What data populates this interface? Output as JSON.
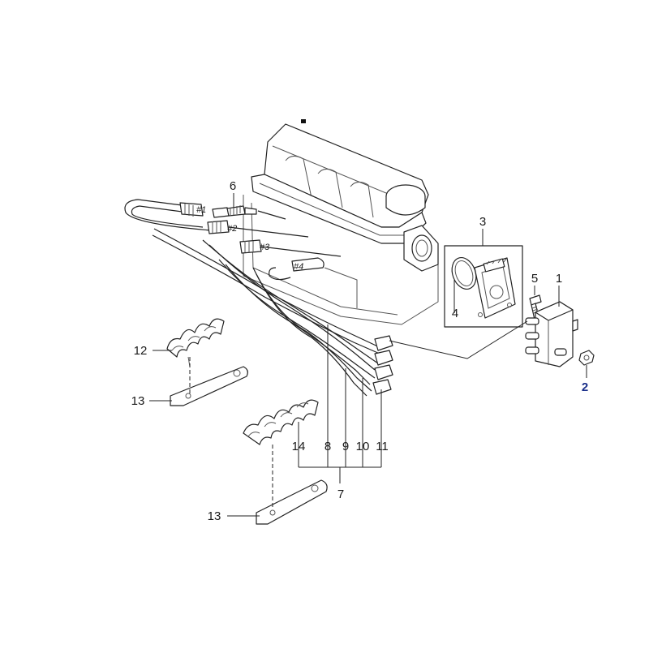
{
  "diagram": {
    "callouts": {
      "c1": "1",
      "c2": "2",
      "c3": "3",
      "c4": "4",
      "c5": "5",
      "c6": "6",
      "c7": "7",
      "c8": "8",
      "c9": "9",
      "c10": "10",
      "c11": "11",
      "c12": "12",
      "c13a": "13",
      "c13b": "13",
      "c14": "14"
    },
    "cylinders": {
      "cyl1": "#1",
      "cyl2": "#2",
      "cyl3": "#3",
      "cyl4": "#4"
    },
    "highlight_color": "#1a2f8a"
  }
}
